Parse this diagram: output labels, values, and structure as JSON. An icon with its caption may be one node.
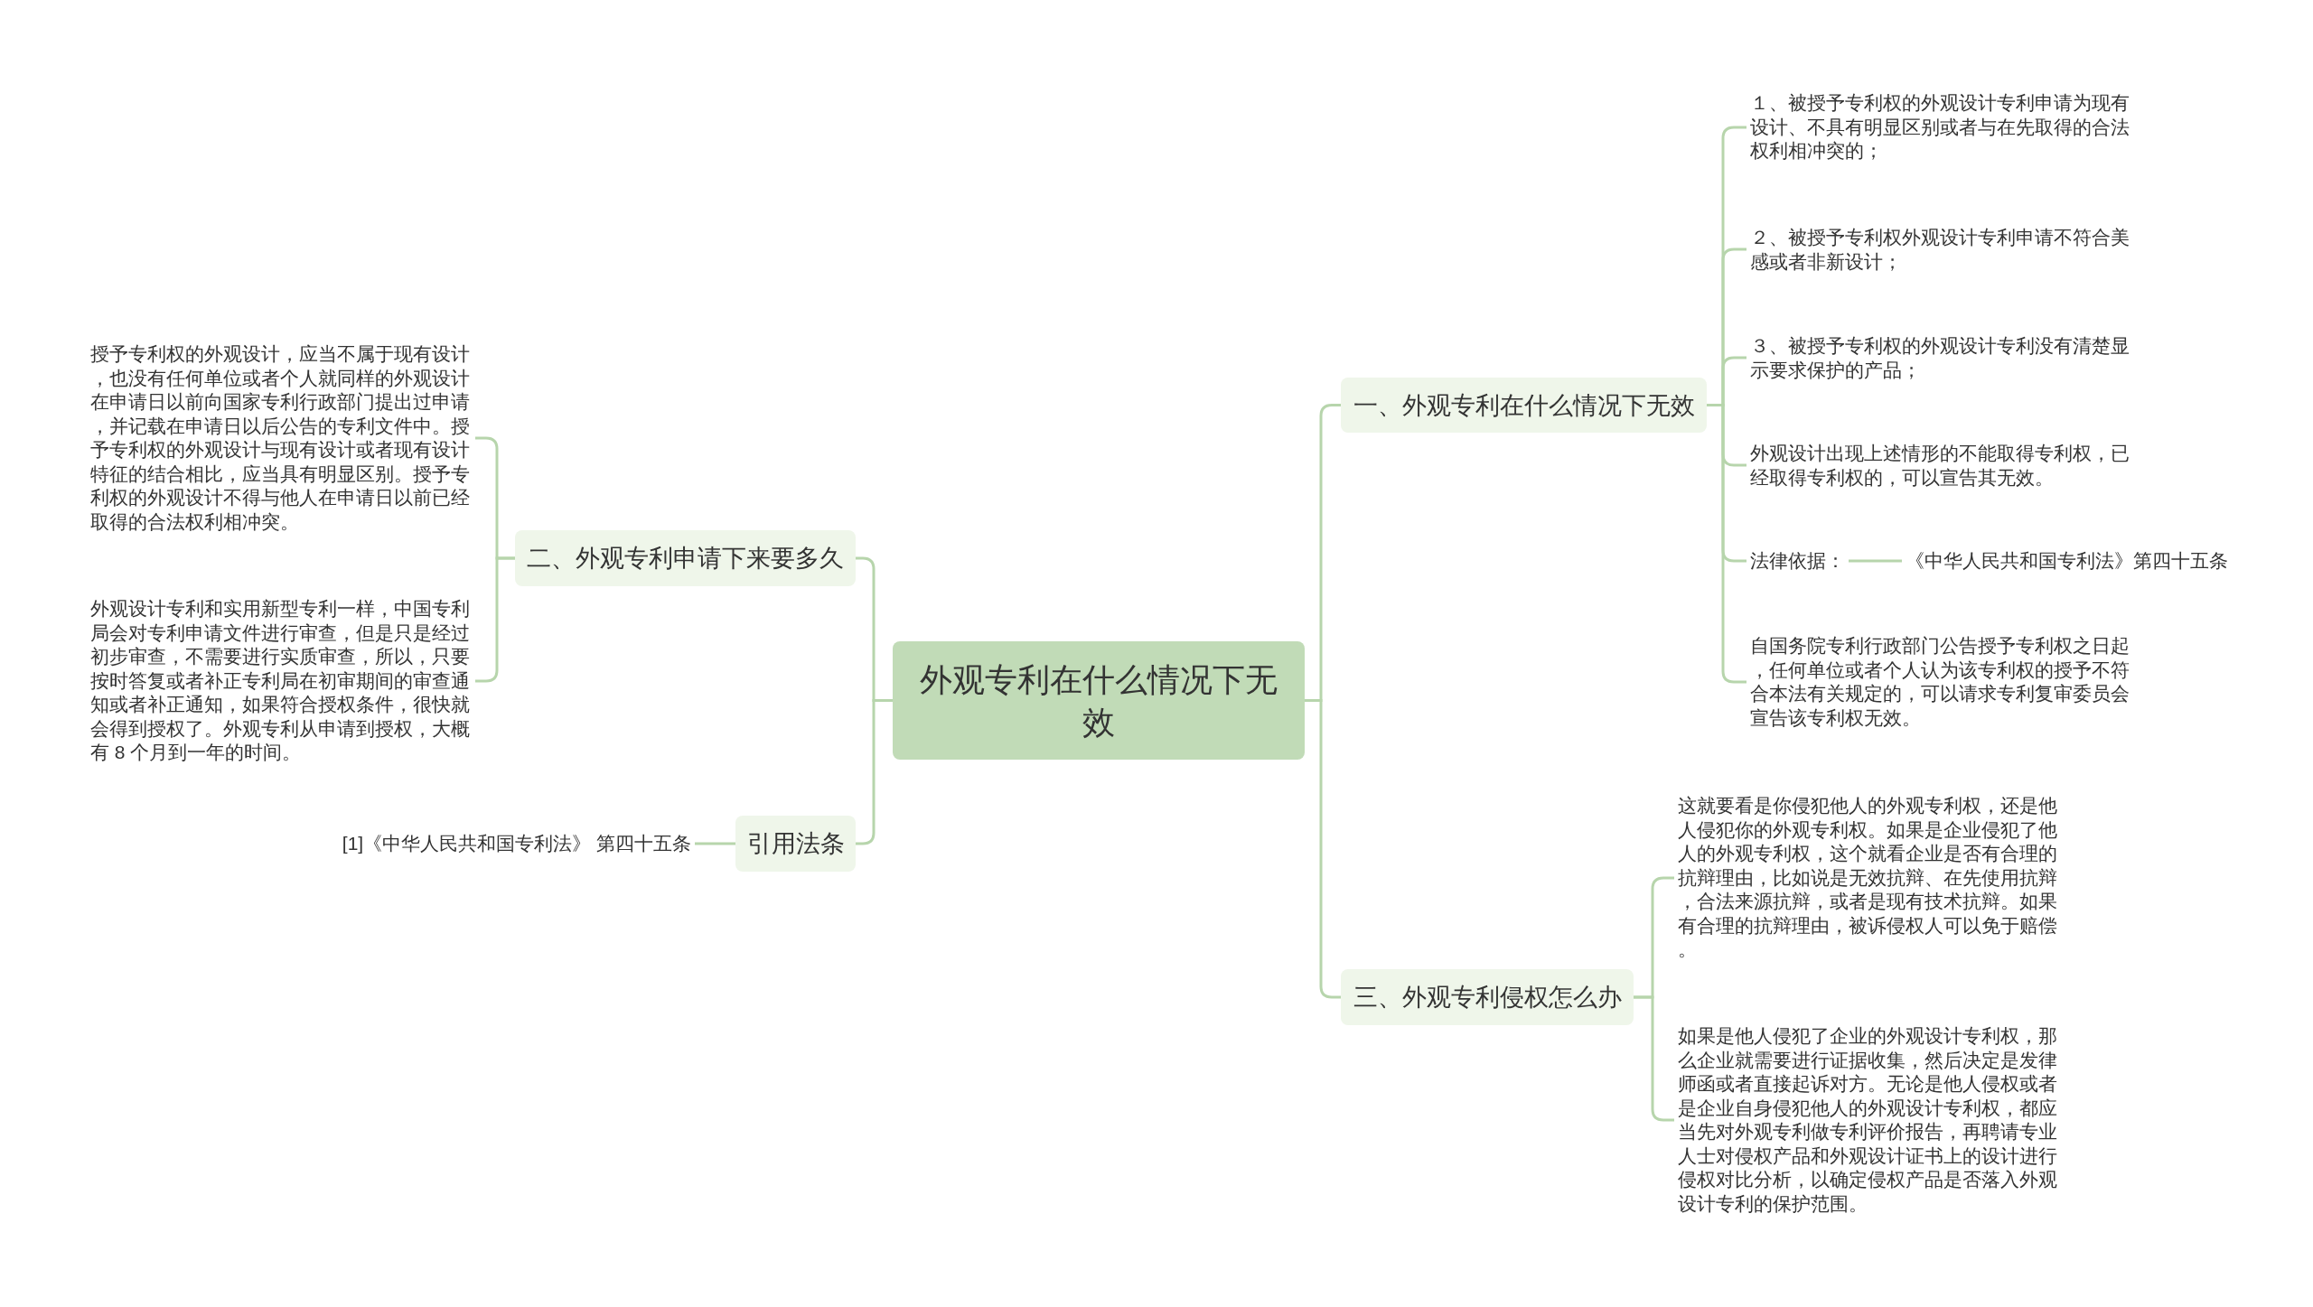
{
  "diagram": {
    "nodes": [
      {
        "text": [
          "外观专利在什么情况下无效"
        ]
      },
      {
        "text": [
          "一、外观专利在什么情况下无效"
        ]
      },
      {
        "text": [
          "１、被授予专利权的外观设计专利申请为现有设计、不具有明显区别或者与在先取得的合法权利相冲突的；"
        ]
      },
      {
        "text": [
          "２、被授予专利权外观设计专利申请不符合美感或者非新设计；"
        ]
      },
      {
        "text": [
          "３、被授予专利权的外观设计专利没有清楚显示要求保护的产品；"
        ]
      },
      {
        "text": [
          "外观设计出现上述情形的不能取得专利权，已经取得专利权的，可以宣告其无效。"
        ]
      },
      {
        "text": [
          "法律依据："
        ]
      },
      {
        "text": [
          "《中华人民共和国专利法》第四十五条"
        ]
      },
      {
        "text": [
          "自国务院专利行政部门公告授予专利权之日起，任何单位或者个人认为该专利权的授予不符合本法有关规定的，可以请求专利复审委员会宣告该专利权无效。"
        ]
      },
      {
        "text": [
          "二、外观专利申请下来要多久"
        ]
      },
      {
        "text": [
          "授予专利权的外观设计，应当不属于现有设计，也没有任何单位或者个人就同样的外观设计在申请日以前向国家专利行政部门提出过申请，并记载在申请日以后公告的专利文件中。授予专利权的外观设计与现有设计或者现有设计特征的结合相比，应当具有明显区别。授予专利权的外观设计不得与他人在申请日以前已经取得的合法权利相冲突。"
        ]
      },
      {
        "text": [
          "外观设计专利和实用新型专利一样，中国专利局会对专利申请文件进行审查，但是只是经过初步审查，不需要进行实质审查，所以，只要按时答复或者补正专利局在初审期间的审查通知或者补正通知，如果符合授权条件，很快就会得到授权了。外观专利从申请到授权，大概有 8 个月到一年的时间。"
        ]
      },
      {
        "text": [
          "引用法条"
        ]
      },
      {
        "text": [
          "[1]《中华人民共和国专利法》 第四十五条"
        ]
      },
      {
        "text": [
          "三、外观专利侵权怎么办"
        ]
      },
      {
        "text": [
          "这就要看是你侵犯他人的外观专利权，还是他人侵犯你的外观专利权。如果是企业侵犯了他人的外观专利权，这个就看企业是否有合理的抗辩理由，比如说是无效抗辩、在先使用抗辩，合法来源抗辩，或者是现有技术抗辩。如果有合理的抗辩理由，被诉侵权人可以免于赔偿。"
        ]
      },
      {
        "text": [
          "如果是他人侵犯了企业的外观设计专利权，那么企业就需要进行证据收集，然后决定是发律师函或者直接起诉对方。无论是他人侵权或者是企业自身侵犯他人的外观设计专利权，都应当先对外观专利做专利评价报告，再聘请专业人士对侵权产品和外观设计证书上的设计进行侵权对比分析，以确定侵权产品是否落入外观设计专利的保护范围。"
        ]
      }
    ],
    "edges": [
      {
        "from": 0,
        "to": 1,
        "arrow": "none"
      },
      {
        "from": 1,
        "to": 2,
        "arrow": "none"
      },
      {
        "from": 1,
        "to": 3,
        "arrow": "none"
      },
      {
        "from": 1,
        "to": 4,
        "arrow": "none"
      },
      {
        "from": 1,
        "to": 5,
        "arrow": "none"
      },
      {
        "from": 1,
        "to": 6,
        "arrow": "none"
      },
      {
        "from": 6,
        "to": 7,
        "arrow": "none"
      },
      {
        "from": 1,
        "to": 8,
        "arrow": "none"
      },
      {
        "from": 0,
        "to": 9,
        "arrow": "none"
      },
      {
        "from": 9,
        "to": 10,
        "arrow": "none"
      },
      {
        "from": 9,
        "to": 11,
        "arrow": "none"
      },
      {
        "from": 0,
        "to": 12,
        "arrow": "none"
      },
      {
        "from": 12,
        "to": 13,
        "arrow": "none"
      },
      {
        "from": 0,
        "to": 14,
        "arrow": "none"
      },
      {
        "from": 14,
        "to": 15,
        "arrow": "none"
      },
      {
        "from": 14,
        "to": 16,
        "arrow": "none"
      }
    ]
  }
}
